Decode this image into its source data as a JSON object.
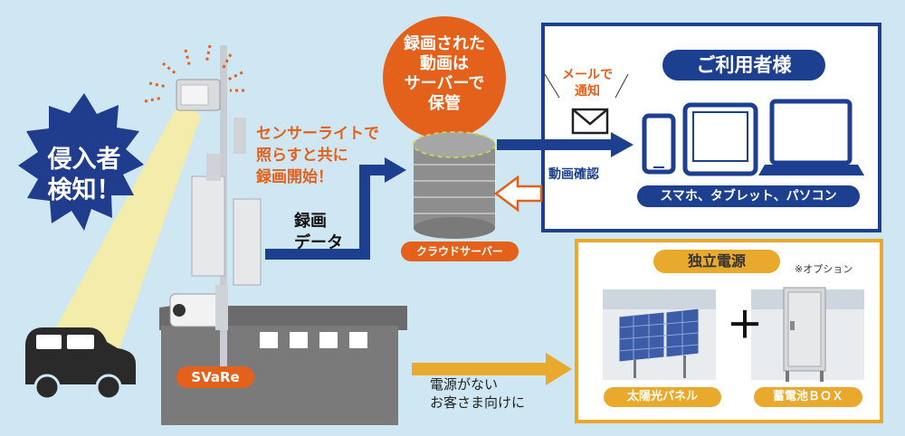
{
  "burst": {
    "line1": "侵入者",
    "line2": "検知！"
  },
  "sensor_note": "センサーライトで\n照らすと共に\n録画開始！",
  "recording_data": "録画\nデータ",
  "stored_bubble": "録画された\n動画は\nサーバーで\n保管",
  "cloud_server_label": "クラウドサーバー",
  "users": {
    "title": "ご利用者様",
    "mail_notify": "メールで\n通知",
    "devices_label": "スマホ、タブレット、パソコン"
  },
  "video_check": "動画確認",
  "independent_power": {
    "title": "独立電源",
    "option_note": "※オプション",
    "solar_label": "太陽光パネル",
    "battery_label": "蓄電池ＢＯＸ",
    "plus": "＋"
  },
  "no_power_note": "電源がない\nお客さま向けに",
  "product_label": "SVaRe",
  "colors": {
    "background": "#cfe6f3",
    "navy": "#1d3f8f",
    "orange": "#e4611b",
    "gold": "#e9a92c",
    "burst": "#1f3d8c",
    "light_beam": "#f3ecaa"
  }
}
